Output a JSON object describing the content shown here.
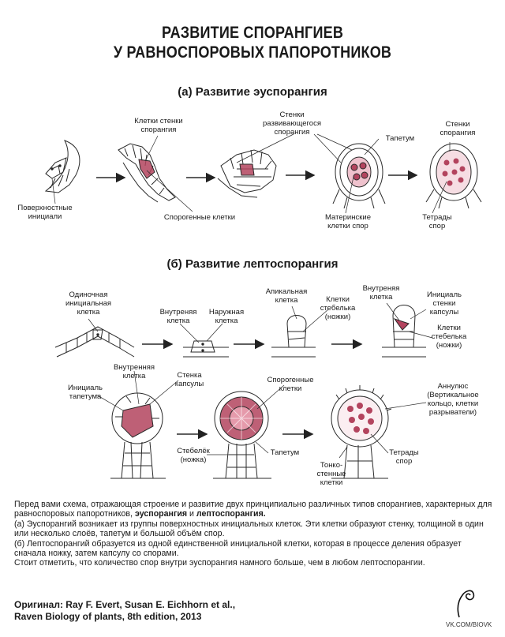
{
  "title": {
    "line1": "РАЗВИТИЕ СПОРАНГИЕВ",
    "line2": "У РАВНОСПОРОВЫХ ПАПОРОТНИКОВ"
  },
  "section_a": {
    "heading": "(а) Развитие эуспорангия",
    "labels": {
      "surface_initials": "Поверхностные\nинициали",
      "sporangium_wall_cells": "Клетки стенки\nспорангия",
      "sporogenous_cells": "Спорогенные клетки",
      "developing_sporangium_walls": "Стенки\nразвивающегося\nспорангия",
      "tapetum": "Тапетум",
      "spore_mother_cells": "Материнские\nклетки спор",
      "sporangium_walls": "Стенки\nспорангия",
      "spore_tetrads": "Тетрады\nспор"
    }
  },
  "section_b": {
    "heading": "(б) Развитие лептоспорангия",
    "labels": {
      "single_initial": "Одиночная\nинициальная\nклетка",
      "inner_cell": "Внутреняя\nклетка",
      "outer_cell": "Наружная\nклетка",
      "apical_cell": "Апикальная\nклетка",
      "stalk_cells": "Клетки\nстебелька\n(ножки)",
      "inner_cell_2": "Внутреняя\nклетка",
      "capsule_wall_initial": "Инициаль\nстенки\nкапсулы",
      "stalk_cells_2": "Клетки\nстебелька\n(ножки)",
      "inner_cell_3": "Внутренняя\nклетка",
      "tapetum_initial": "Инициаль\nтапетума",
      "capsule_wall": "Стенка\nкапсулы",
      "stalk": "Стебелёк\n(ножка)",
      "sporogenous_cells": "Спорогенные\nклетки",
      "tapetum": "Тапетум",
      "annulus": "Аннулюс\n(Вертикальное\nкольцо, клетки\nразрыватели)",
      "thin_walled_cells": "Тонко-\nстенные\nклетки",
      "spore_tetrads": "Тетрады\nспор"
    }
  },
  "description": {
    "p1a": "Перед вами схема, отражающая строение и развитие двух принципиально различных типов спорангиев, характерных для равноспоровых папоротников, ",
    "p1b": "эуспорангия",
    "p1c": " и ",
    "p1d": "лептоспорангия.",
    "p2": "(а) Эуспорангий возникает из группы поверхностных инициальных клеток. Эти клетки образуют стенку, толщиной в один или несколько слоёв, тапетум и большой объём спор.",
    "p3": "(б) Лептоспорангий образуется из одной единственной инициальной клетки, которая в процессе деления образует сначала ножку, затем капсулу со спорами.",
    "p4": "Стоит отметить, что количество спор внутри эуспорангия намного больше, чем в любом лептоспорангии."
  },
  "source": {
    "line1": "Оригинал: Ray F. Evert, Susan E. Eichhorn et al.,",
    "line2": "Raven Biology of plants, 8th edition, 2013"
  },
  "credit": "VK.COM/BIOVK",
  "colors": {
    "sporogenous": "#b3445e",
    "sporogenous_light": "#e59aab",
    "line": "#2a2a2a"
  }
}
